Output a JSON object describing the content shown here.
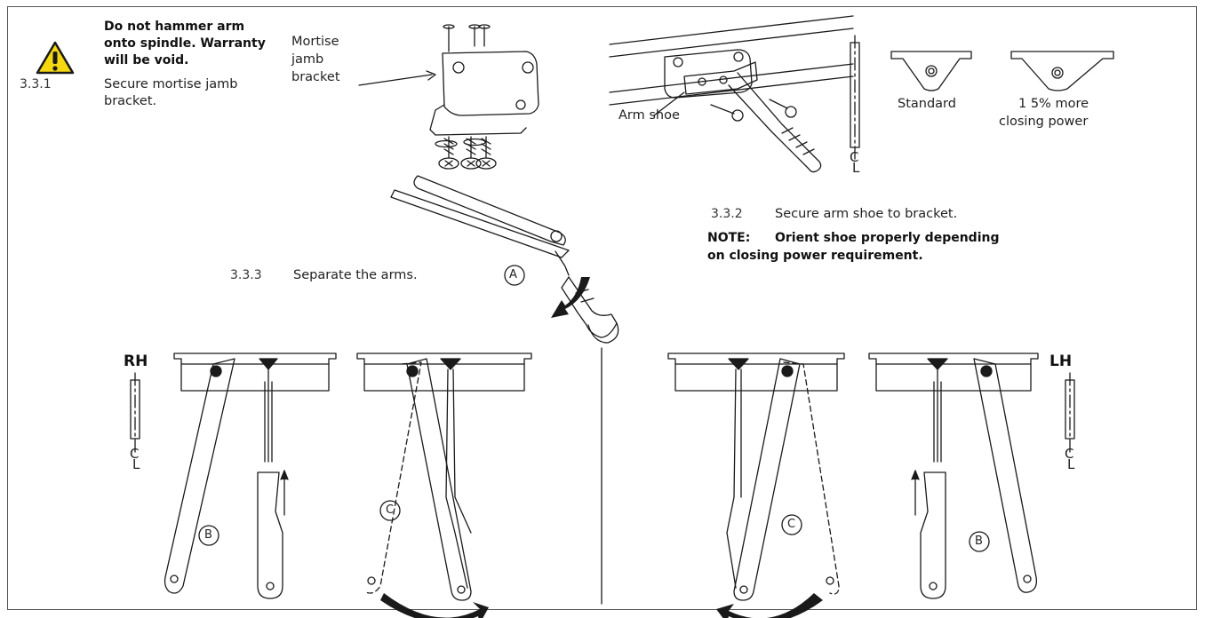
{
  "warning": {
    "icon": "warning-triangle-icon",
    "line1": "Do not hammer arm",
    "line2": "onto spindle. Warranty",
    "line3": "will be void."
  },
  "steps": {
    "s331": {
      "num": "3.3.1",
      "line1": "Secure mortise jamb",
      "line2": "bracket."
    },
    "s332": {
      "num": "3.3.2",
      "text": "Secure arm shoe to bracket."
    },
    "s333": {
      "num": "3.3.3",
      "text": "Separate the arms."
    }
  },
  "note": {
    "label": "NOTE:",
    "line1": "Orient shoe properly depending",
    "line2": "on closing power requirement."
  },
  "labels": {
    "mortise1": "Mortise",
    "mortise2": "jamb",
    "mortise3": "bracket",
    "arm_shoe": "Arm shoe",
    "standard": "Standard",
    "more1": "1 5% more",
    "more2": "closing power",
    "rh": "RH",
    "lh": "LH",
    "cl_c": "C",
    "cl_l": "L",
    "A": "A",
    "B": "B",
    "C": "C"
  },
  "colors": {
    "warning_fill": "#f5d80f",
    "line": "#1a1a1a"
  }
}
